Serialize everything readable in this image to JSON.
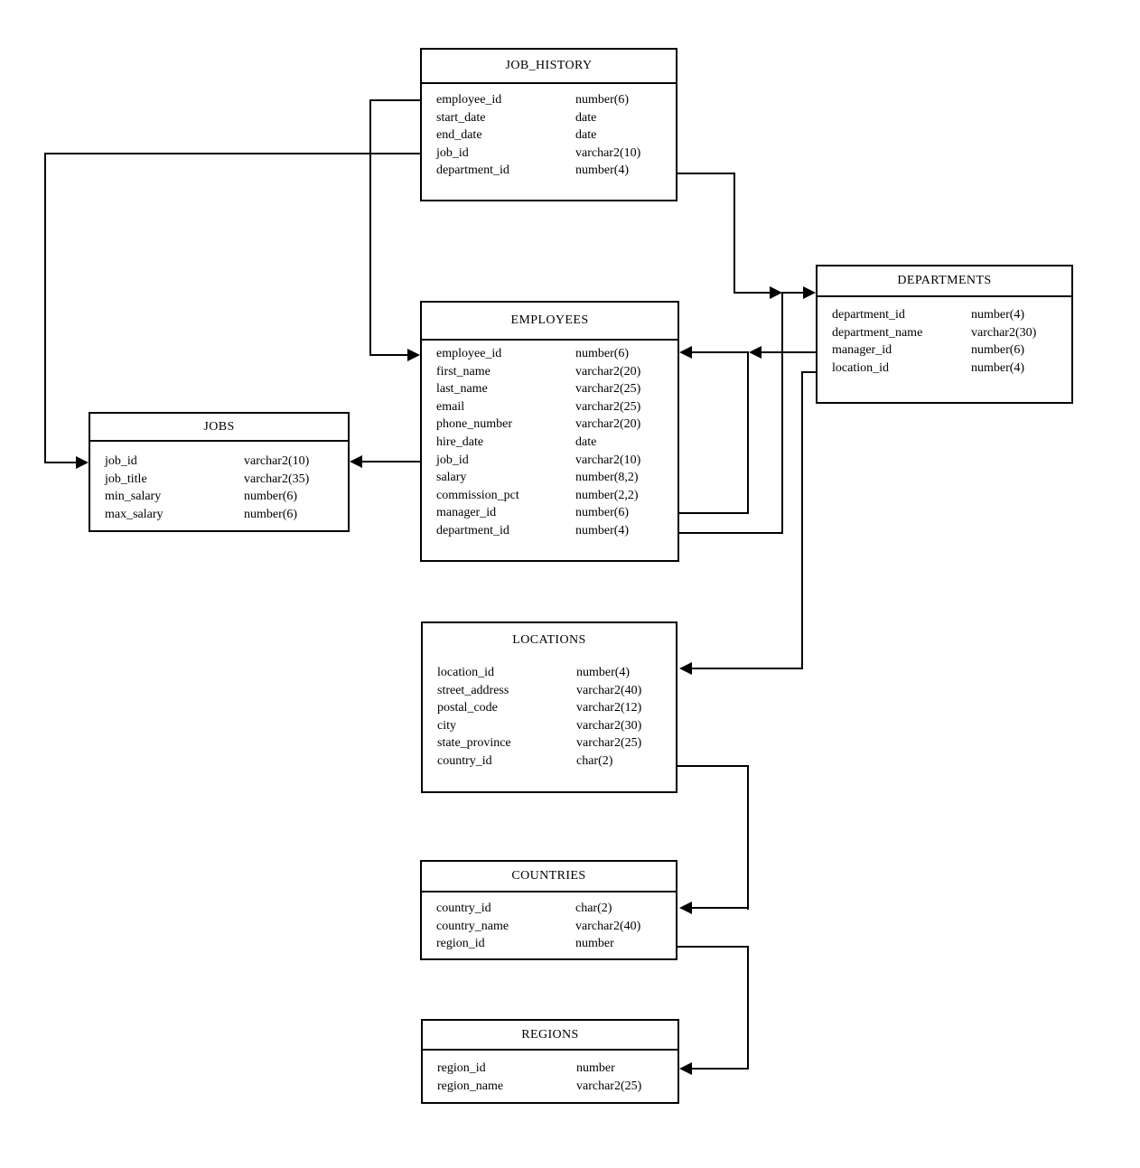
{
  "tables": [
    {
      "id": "job_history",
      "title": "JOB_HISTORY",
      "columns": [
        {
          "name": "employee_id",
          "type": "number(6)"
        },
        {
          "name": "start_date",
          "type": "date"
        },
        {
          "name": "end_date",
          "type": "date"
        },
        {
          "name": "job_id",
          "type": "varchar2(10)"
        },
        {
          "name": "department_id",
          "type": "number(4)"
        }
      ]
    },
    {
      "id": "employees",
      "title": "EMPLOYEES",
      "columns": [
        {
          "name": "employee_id",
          "type": "number(6)"
        },
        {
          "name": "first_name",
          "type": "varchar2(20)"
        },
        {
          "name": "last_name",
          "type": "varchar2(25)"
        },
        {
          "name": "email",
          "type": "varchar2(25)"
        },
        {
          "name": "phone_number",
          "type": "varchar2(20)"
        },
        {
          "name": "hire_date",
          "type": "date"
        },
        {
          "name": "job_id",
          "type": "varchar2(10)"
        },
        {
          "name": "salary",
          "type": "number(8,2)"
        },
        {
          "name": "commission_pct",
          "type": "number(2,2)"
        },
        {
          "name": "manager_id",
          "type": "number(6)"
        },
        {
          "name": "department_id",
          "type": "number(4)"
        }
      ]
    },
    {
      "id": "departments",
      "title": "DEPARTMENTS",
      "columns": [
        {
          "name": "department_id",
          "type": "number(4)"
        },
        {
          "name": "department_name",
          "type": "varchar2(30)"
        },
        {
          "name": "manager_id",
          "type": "number(6)"
        },
        {
          "name": "location_id",
          "type": "number(4)"
        }
      ]
    },
    {
      "id": "jobs",
      "title": "JOBS",
      "columns": [
        {
          "name": "job_id",
          "type": "varchar2(10)"
        },
        {
          "name": "job_title",
          "type": "varchar2(35)"
        },
        {
          "name": "min_salary",
          "type": "number(6)"
        },
        {
          "name": "max_salary",
          "type": "number(6)"
        }
      ]
    },
    {
      "id": "locations",
      "title": "LOCATIONS",
      "columns": [
        {
          "name": "location_id",
          "type": "number(4)"
        },
        {
          "name": "street_address",
          "type": "varchar2(40)"
        },
        {
          "name": "postal_code",
          "type": "varchar2(12)"
        },
        {
          "name": "city",
          "type": "varchar2(30)"
        },
        {
          "name": "state_province",
          "type": "varchar2(25)"
        },
        {
          "name": "country_id",
          "type": "char(2)"
        }
      ]
    },
    {
      "id": "countries",
      "title": "COUNTRIES",
      "columns": [
        {
          "name": "country_id",
          "type": "char(2)"
        },
        {
          "name": "country_name",
          "type": "varchar2(40)"
        },
        {
          "name": "region_id",
          "type": "number"
        }
      ]
    },
    {
      "id": "regions",
      "title": "REGIONS",
      "columns": [
        {
          "name": "region_id",
          "type": "number"
        },
        {
          "name": "region_name",
          "type": "varchar2(25)"
        }
      ]
    }
  ],
  "relationships": [
    {
      "from": "JOB_HISTORY.employee_id",
      "to": "EMPLOYEES.employee_id"
    },
    {
      "from": "JOB_HISTORY.job_id",
      "to": "JOBS.job_id"
    },
    {
      "from": "JOB_HISTORY.department_id",
      "to": "DEPARTMENTS.department_id"
    },
    {
      "from": "EMPLOYEES.job_id",
      "to": "JOBS.job_id"
    },
    {
      "from": "EMPLOYEES.department_id",
      "to": "DEPARTMENTS.department_id"
    },
    {
      "from": "EMPLOYEES.manager_id",
      "to": "EMPLOYEES.employee_id"
    },
    {
      "from": "DEPARTMENTS.manager_id",
      "to": "EMPLOYEES.employee_id"
    },
    {
      "from": "DEPARTMENTS.location_id",
      "to": "LOCATIONS.location_id"
    },
    {
      "from": "LOCATIONS.country_id",
      "to": "COUNTRIES.country_id"
    },
    {
      "from": "COUNTRIES.region_id",
      "to": "REGIONS.region_id"
    }
  ],
  "colors": {
    "line": "#000000",
    "background": "#ffffff",
    "text": "#000000"
  }
}
